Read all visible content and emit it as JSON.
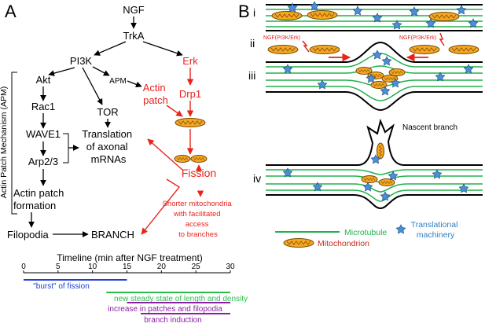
{
  "panel_a": {
    "label": "A",
    "nodes": {
      "ngf": "NGF",
      "trka": "TrkA",
      "pi3k": "PI3K",
      "erk": "Erk",
      "akt": "Akt",
      "apm": "APM",
      "actin_patch_1": "Actin",
      "actin_patch_2": "patch",
      "drp1": "Drp1",
      "rac1": "Rac1",
      "tor": "TOR",
      "wave1": "WAVE1",
      "translation_1": "Translation",
      "translation_2": "of axonal",
      "translation_3": "mRNAs",
      "arp": "Arp2/3",
      "fission": "Fission",
      "actin_formation_1": "Actin patch",
      "actin_formation_2": "formation",
      "filopodia": "Filopodia",
      "branch": "BRANCH",
      "shorter_1": "Shorter mitochondria",
      "shorter_2": "with facilitated",
      "shorter_3": "access",
      "shorter_4": "to branches"
    },
    "apm_side_label": "Actin Patch Mechanism (APM)",
    "timeline": {
      "title": "Timeline (min after NGF treatment)",
      "ticks": [
        "0",
        "5",
        "10",
        "15",
        "20",
        "25",
        "30"
      ],
      "bars": [
        {
          "label": "\"burst\" of fission",
          "color": "#1f3fd1"
        },
        {
          "label": "new steady state of length and density",
          "color": "#2bbf4a"
        },
        {
          "label": "increase in patches and filopodia",
          "color": "#8a1fa3"
        },
        {
          "label": "branch induction",
          "color": "#8a1fa3"
        }
      ]
    }
  },
  "panel_b": {
    "label": "B",
    "row_labels": [
      "i",
      "ii",
      "iii",
      "iv"
    ],
    "signal_labels": [
      "NGF(PI3K/Erk)",
      "NGF(PI3K/Erk)"
    ],
    "nascent_branch": "Nascent branch",
    "legend": {
      "microtubule": "Microtubule",
      "translational_1": "Translational",
      "translational_2": "machinery",
      "mitochondrion": "Mitochondrion"
    }
  },
  "colors": {
    "red": "#e8231c",
    "green": "#22b14c",
    "blue_machinery": "#4a90d9",
    "mito_fill": "#f5a623",
    "legend_blue": "#2f7fc1",
    "legend_red": "#c8281c"
  }
}
